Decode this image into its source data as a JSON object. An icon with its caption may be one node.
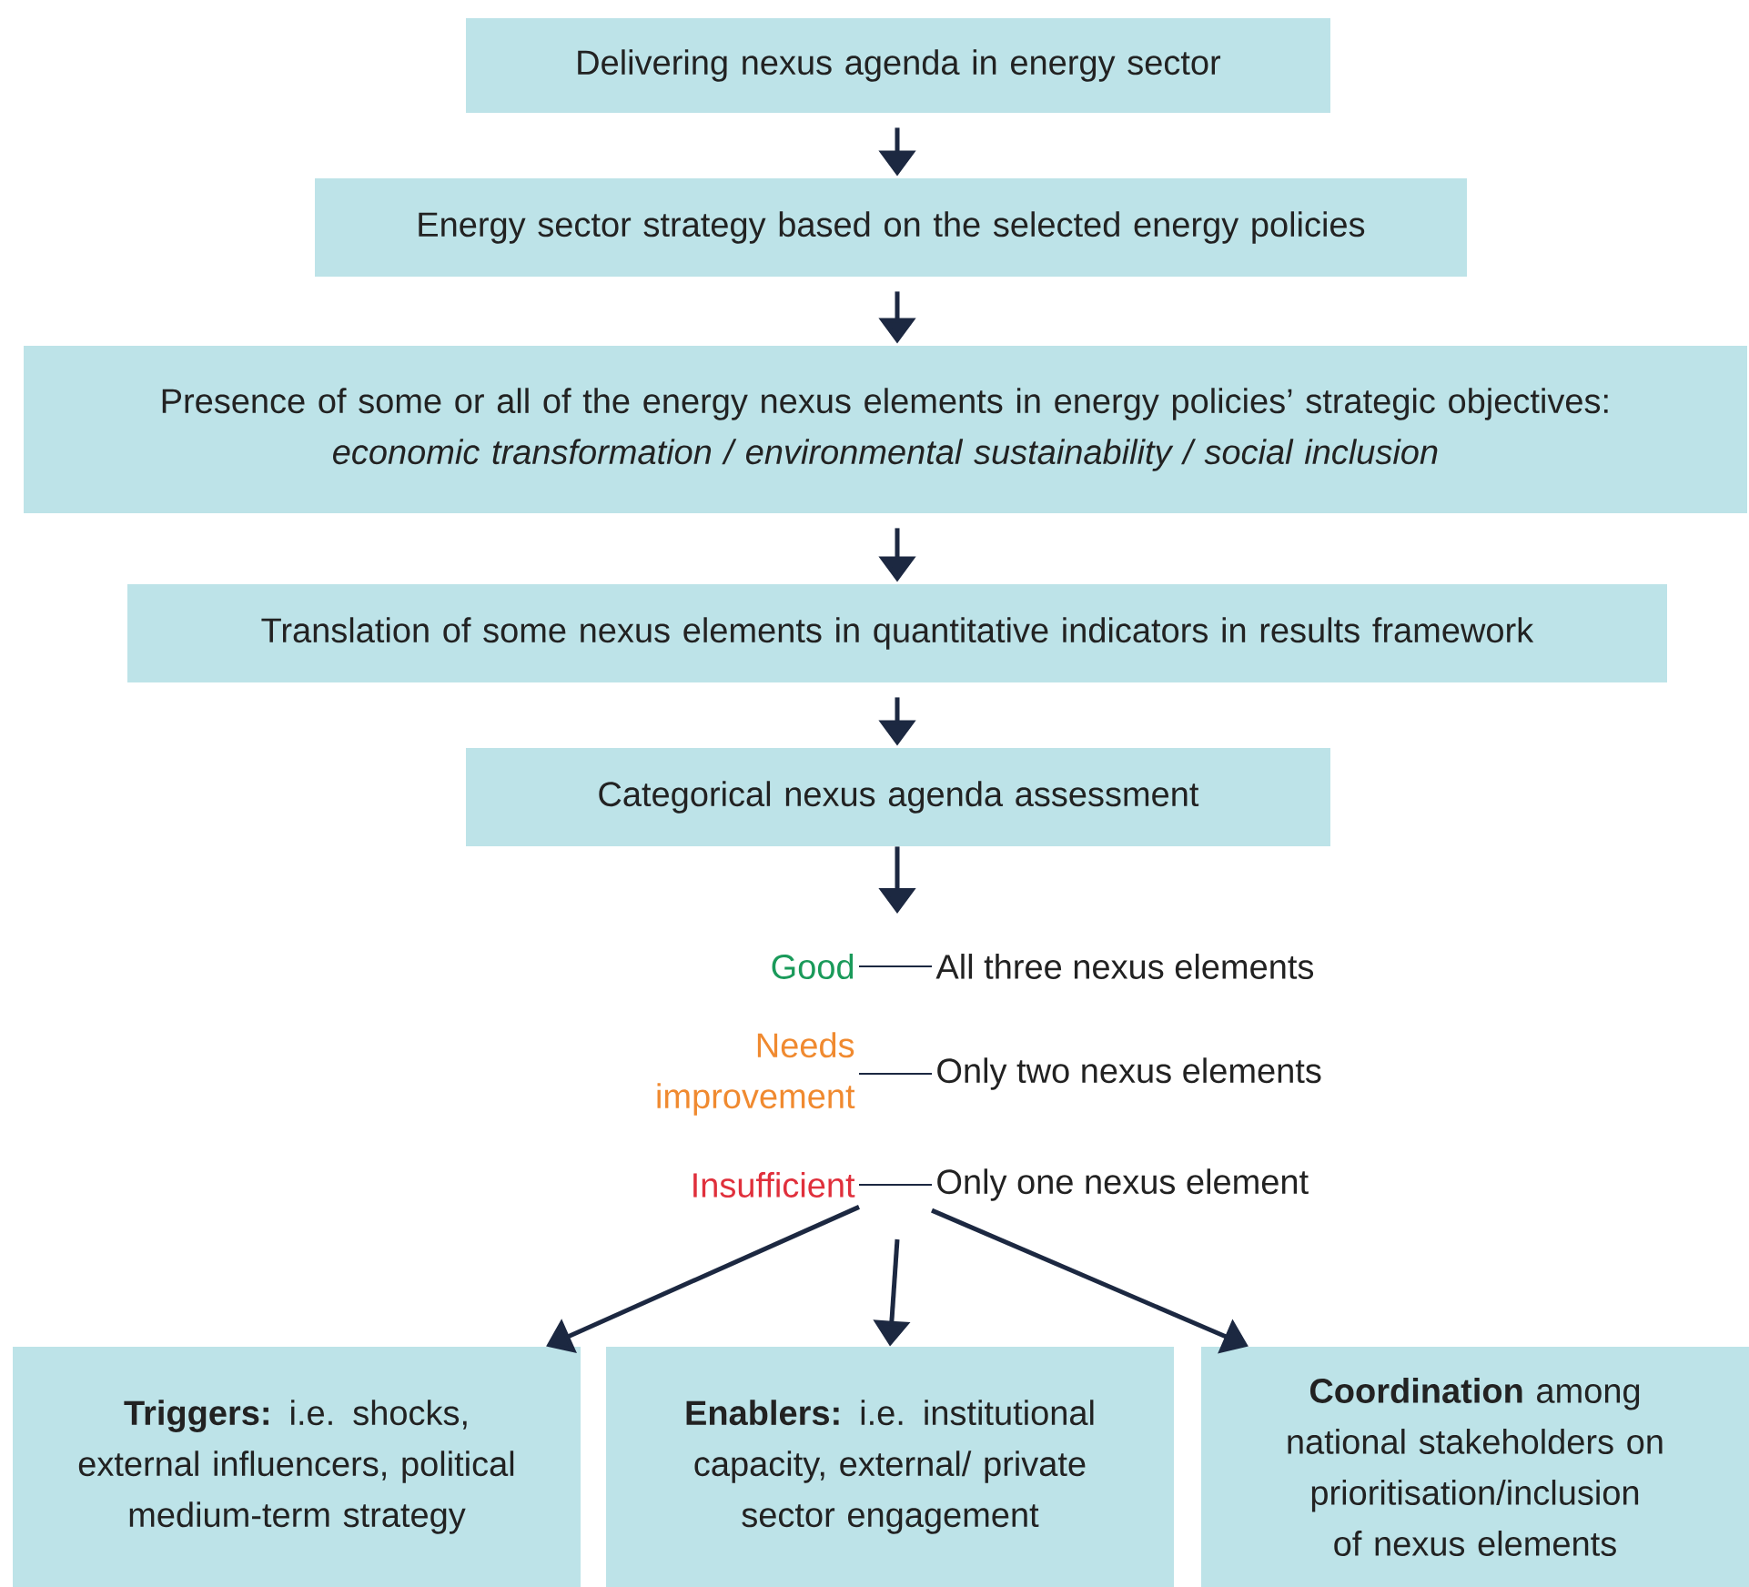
{
  "diagram": {
    "nodes": [
      {
        "text": [
          "Delivering nexus agenda in energy sector"
        ]
      },
      {
        "text": [
          "Energy sector strategy based on the selected energy policies"
        ]
      },
      {
        "text": [
          "Presence of some or all of the energy nexus elements in energy policies’ strategic objectives:",
          "economic transformation / environmental sustainability / social inclusion"
        ]
      },
      {
        "text": [
          "Translation of some nexus elements in quantitative indicators in results framework"
        ]
      },
      {
        "text": [
          "Categorical nexus agenda assessment"
        ]
      },
      {
        "text": [
          "Good"
        ]
      },
      {
        "text": [
          "All three nexus elements"
        ]
      },
      {
        "text": [
          "Needs improvement"
        ]
      },
      {
        "text": [
          "Only two nexus elements"
        ]
      },
      {
        "text": [
          "Insufficient"
        ]
      },
      {
        "text": [
          "Only one nexus element"
        ]
      },
      {
        "text": [
          "**Triggers:** i.e. shocks, external influencers, political medium-term strategy"
        ]
      },
      {
        "text": [
          "**Enablers:** i.e. institutional capacity, external/ private sector engagement"
        ]
      },
      {
        "text": [
          "**Coordination** among national stakeholders on prioritisation/inclusion of nexus elements"
        ]
      }
    ],
    "edges": [
      {
        "from": 0,
        "to": 1,
        "arrow": "to"
      },
      {
        "from": 1,
        "to": 2,
        "arrow": "to"
      },
      {
        "from": 2,
        "to": 3,
        "arrow": "to"
      },
      {
        "from": 3,
        "to": 4,
        "arrow": "to"
      },
      {
        "from": 4,
        "to": null,
        "arrow": "to"
      },
      {
        "from": 5,
        "to": 6,
        "arrow": "none"
      },
      {
        "from": 7,
        "to": 8,
        "arrow": "none"
      },
      {
        "from": 9,
        "to": 10,
        "arrow": "none"
      },
      {
        "from": 9,
        "to": 11,
        "arrow": "to"
      },
      {
        "from": null,
        "to": 12,
        "arrow": "to"
      },
      {
        "from": 10,
        "to": 13,
        "arrow": "to"
      }
    ]
  }
}
